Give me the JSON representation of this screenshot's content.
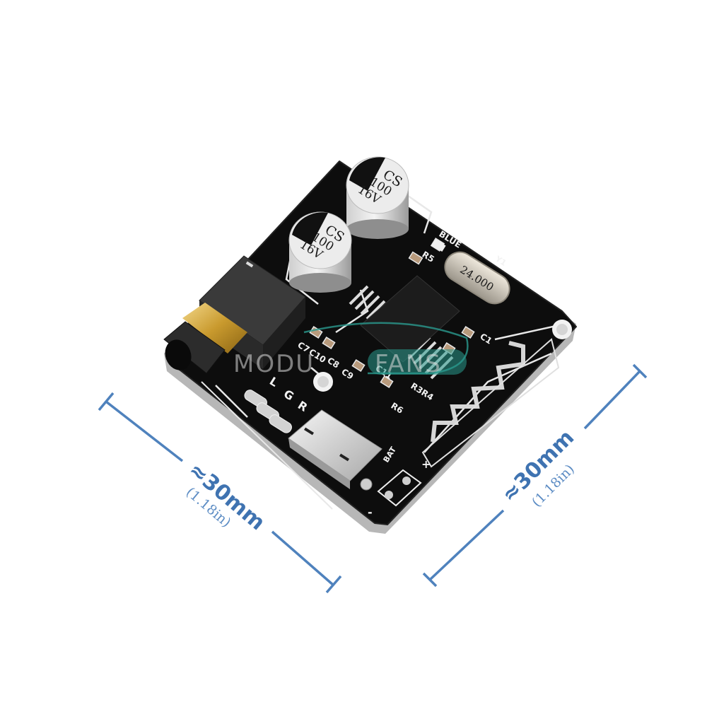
{
  "image": {
    "subject": "Bluetooth audio receiver module PCB",
    "background": "#ffffff"
  },
  "board": {
    "color": "#0c0c0c",
    "edge_color": "#b9b9b9",
    "silkscreen_color": "#f2f2f2",
    "labels": {
      "audio_pins": [
        "L",
        "G",
        "R"
      ],
      "led": "BLUE",
      "resistor_r5": "R5",
      "crystal": "Y1",
      "capacitor_c1": "C1",
      "capacitor_c7": "C7",
      "capacitor_c10": "C10",
      "capacitor_c8": "C8",
      "capacitor_c9": "C9",
      "capacitor_c11": "C11",
      "resistor_r6": "R6",
      "resistor_group": "R3R4",
      "battery": "BAT",
      "plus": "+",
      "minus": "-"
    },
    "capacitors": [
      {
        "line1": "CS",
        "line2": "100",
        "line3": "16V"
      },
      {
        "line1": "CS",
        "line2": "100",
        "line3": "16V"
      }
    ],
    "crystal_marking": "24.000",
    "components": {
      "audio_jack": "3.5mm audio jack",
      "usb_port": "micro USB",
      "chip": "Bluetooth IC",
      "antenna": "PCB trace antenna"
    }
  },
  "watermark": {
    "left": "MODU",
    "right": "FANS",
    "accent": "#2a9a8e"
  },
  "dimensions": {
    "color": "#4f82bd",
    "left": {
      "approx": "≈30mm",
      "imperial": "(1.18in)"
    },
    "right": {
      "approx": "≈30mm",
      "imperial": "(1.18in)"
    }
  }
}
